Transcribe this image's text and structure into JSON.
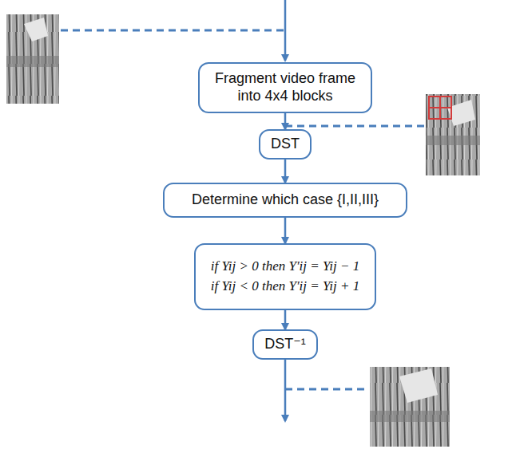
{
  "diagram": {
    "nodes": [
      {
        "text": [
          "Fragment video frame into 4x4 blocks"
        ]
      },
      {
        "text": [
          "DST"
        ]
      },
      {
        "text": [
          "Determine which case {I,II,III}"
        ]
      },
      {
        "text": [
          "if Yij > 0 then Y′ij = Yij − 1",
          "if Yij < 0 then Y′ij = Yij + 1"
        ]
      },
      {
        "text": [
          "DST⁻¹"
        ]
      }
    ],
    "edges": [
      {
        "from": 0,
        "to": 1,
        "arrow": "to"
      },
      {
        "from": 1,
        "to": 2,
        "arrow": "to"
      },
      {
        "from": 2,
        "to": 3,
        "arrow": "to"
      },
      {
        "from": 3,
        "to": 4,
        "arrow": "to"
      }
    ]
  }
}
